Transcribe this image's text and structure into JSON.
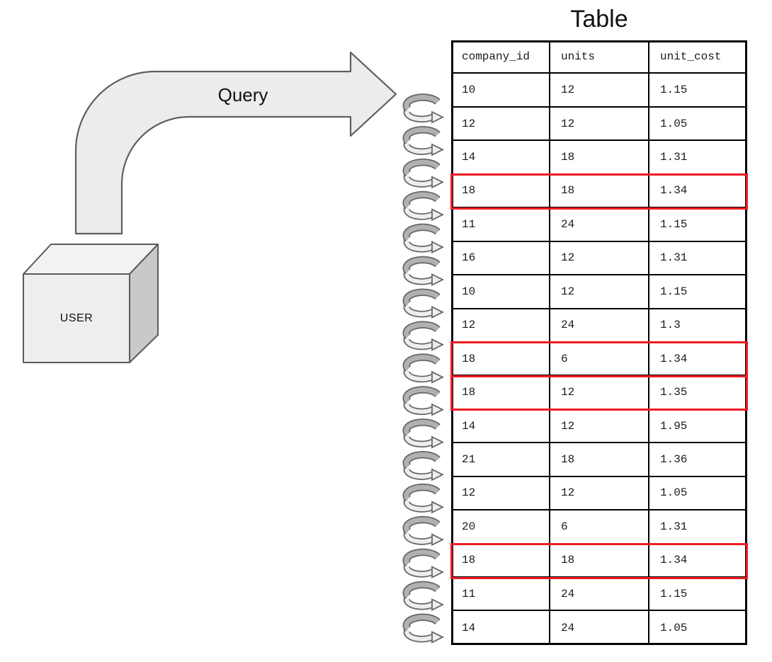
{
  "title": "Table",
  "arrow_label": "Query",
  "user_label": "USER",
  "table": {
    "columns": [
      "company_id",
      "units",
      "unit_cost"
    ],
    "rows": [
      [
        "10",
        "12",
        "1.15"
      ],
      [
        "12",
        "12",
        "1.05"
      ],
      [
        "14",
        "18",
        "1.31"
      ],
      [
        "18",
        "18",
        "1.34"
      ],
      [
        "11",
        "24",
        "1.15"
      ],
      [
        "16",
        "12",
        "1.31"
      ],
      [
        "10",
        "12",
        "1.15"
      ],
      [
        "12",
        "24",
        "1.3"
      ],
      [
        "18",
        "6",
        "1.34"
      ],
      [
        "18",
        "12",
        "1.35"
      ],
      [
        "14",
        "12",
        "1.95"
      ],
      [
        "21",
        "18",
        "1.36"
      ],
      [
        "12",
        "12",
        "1.05"
      ],
      [
        "20",
        "6",
        "1.31"
      ],
      [
        "18",
        "18",
        "1.34"
      ],
      [
        "11",
        "24",
        "1.15"
      ],
      [
        "14",
        "24",
        "1.05"
      ]
    ],
    "highlighted_rows": [
      3,
      8,
      9,
      14
    ]
  },
  "colors": {
    "highlight_red": "#ee1b24",
    "arrow_fill": "#ececec",
    "arrow_stroke": "#5f5f5f",
    "cube_front": "#eeeeee",
    "cube_top": "#f2f2f2",
    "cube_side": "#c9c9c9",
    "cube_stroke": "#5a5a5a",
    "loop_dark": "#b1b1b1",
    "loop_light": "#eeeeee",
    "loop_stroke": "#666666",
    "table_border": "#000000"
  }
}
